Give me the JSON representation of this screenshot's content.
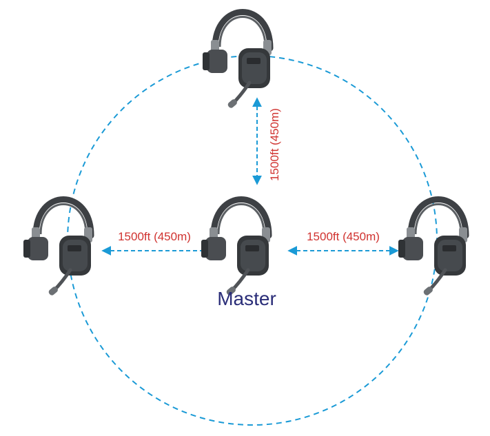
{
  "diagram": {
    "master_label": "Master",
    "distance_top": "1500ft (450m)",
    "distance_left": "1500ft (450m)",
    "distance_right": "1500ft (450m)"
  },
  "colors": {
    "circle": "#1a9ad6",
    "arrow": "#1a9ad6",
    "distance_text": "#d0322f",
    "master_text": "#2a2d78",
    "headset_dark": "#3a3d40",
    "headset_mid": "#55595d",
    "headset_light": "#7a7e82"
  },
  "icons": {
    "headset": "headset-icon"
  }
}
